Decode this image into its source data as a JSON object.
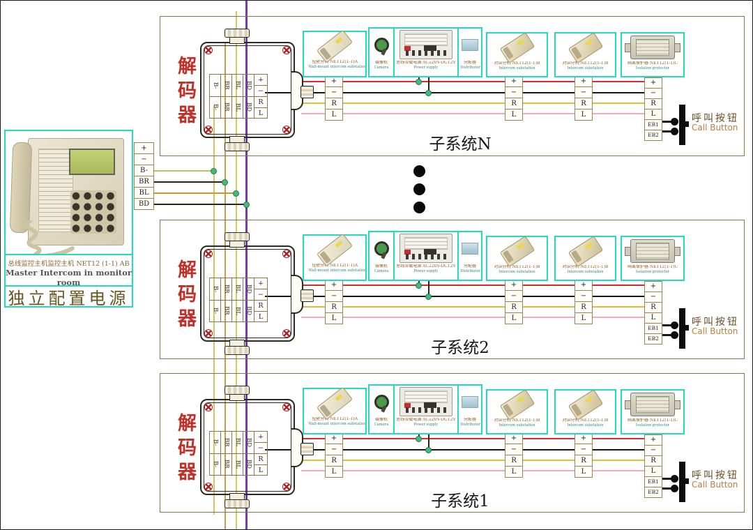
{
  "master": {
    "terminals": [
      "+",
      "−",
      "B-",
      "BR",
      "BL",
      "BD"
    ],
    "caption_cn": "总线监控主机监控主机 NET12 (1-1) AB",
    "caption_en": "Master Intercom in monitor room",
    "power_label": "独立配置电源"
  },
  "decoder": {
    "label": "解码器",
    "grid_top": [
      "B-",
      "BR",
      "BL",
      "BD"
    ],
    "grid_bottom": [
      "B-",
      "BR",
      "BL",
      "BD"
    ],
    "side": [
      "+",
      "−",
      "R",
      "L"
    ]
  },
  "strip4": [
    "+",
    "−",
    "R",
    "L"
  ],
  "strip6": [
    "+",
    "−",
    "R",
    "L",
    "EB1",
    "EB2"
  ],
  "call_button": {
    "cn": "呼叫按钮",
    "en": "Call Button"
  },
  "components": {
    "box1": {
      "cn": "挂壁分机 NET12(1-1)A",
      "en": "Wall-mount intercom substation"
    },
    "camera": {
      "cn": "摄像机",
      "en": "Camera"
    },
    "psu": {
      "cn": "总线带载电源 AC220V-DC12V",
      "en": "Power supply"
    },
    "splitter": {
      "cn": "分配器",
      "en": "Distributor"
    },
    "box3": {
      "cn": "对讲分机 NET12(1-1)B",
      "en": "Intercom substation"
    },
    "box4": {
      "cn": "对讲分机 NET12(1-1)B",
      "en": "Intercom substation"
    },
    "box5": {
      "cn": "隔离保护器 NET12(1-1)C",
      "en": "Isolation protector"
    }
  },
  "subsystems": [
    {
      "label": "子系统N"
    },
    {
      "label": "子系统2"
    },
    {
      "label": "子系统1"
    }
  ],
  "colors": {
    "accent_cyan": "#22ddbb",
    "decoder_red": "#c03028",
    "wire_plus_red": "#d42c2c",
    "wire_minus_black": "#151515",
    "wire_r_yellow": "#f0b838",
    "wire_l_pink": "#f4aab8",
    "bus_purple": "#7040a0",
    "bus_yellow": "#d4c468",
    "junction_green": "#48b87a"
  }
}
